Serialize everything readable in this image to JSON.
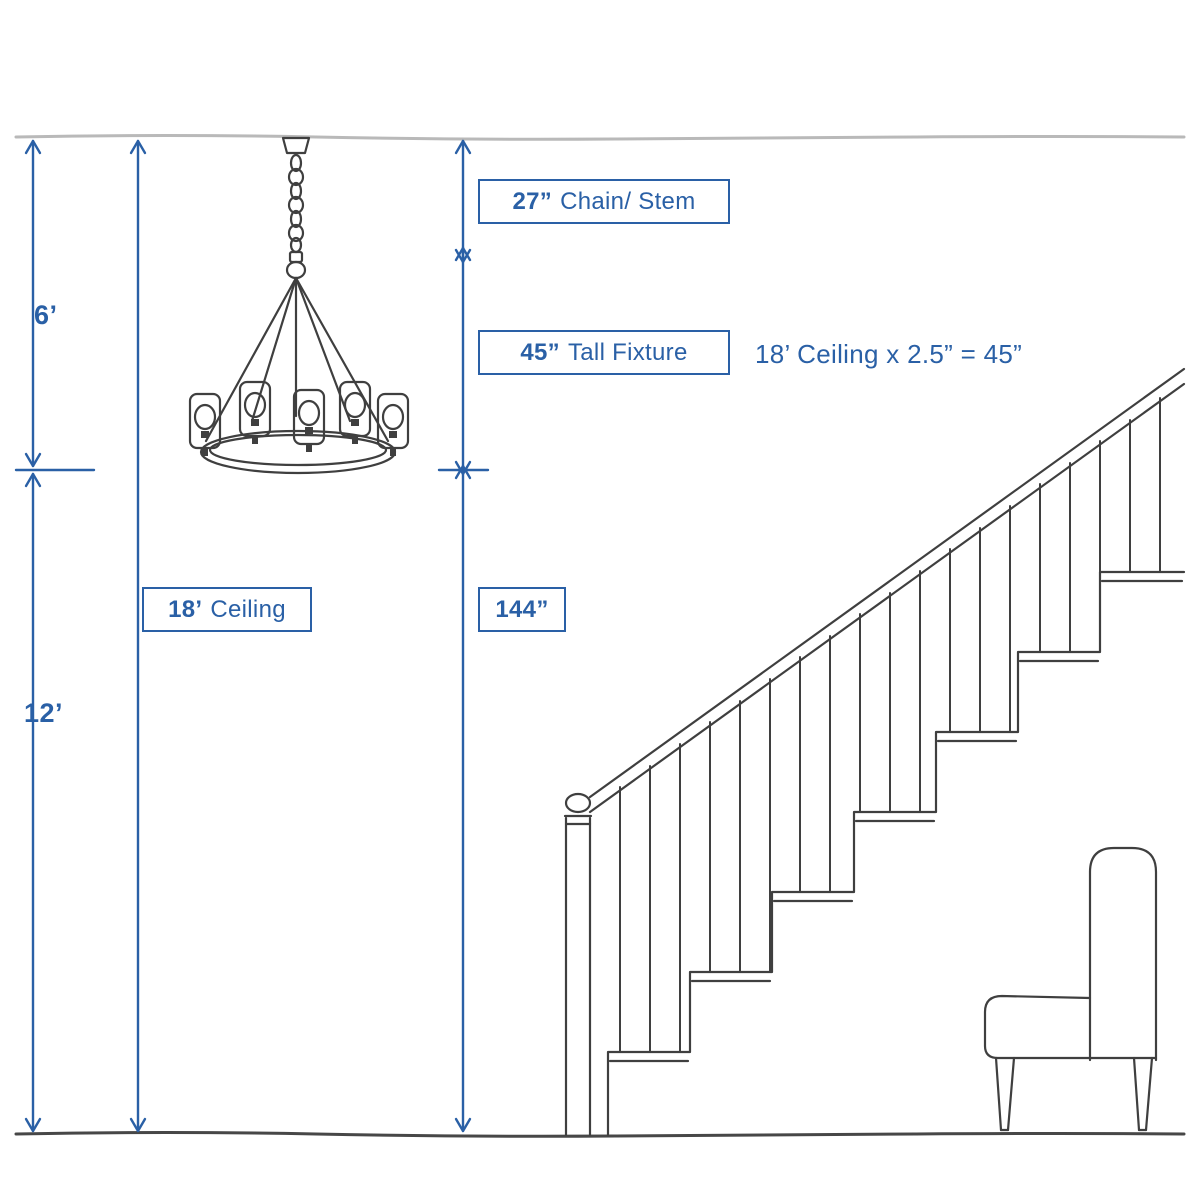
{
  "colors": {
    "accent": "#2a60a6",
    "sketch": "#3f3f3f",
    "ceiling": "#b9b9b9",
    "floor": "#474747"
  },
  "dimensions": {
    "left_upper": "6’",
    "left_lower": "12’"
  },
  "boxes": {
    "chain": {
      "value": "27”",
      "text": "Chain/ Stem"
    },
    "fixture": {
      "value": "45”",
      "text": "Tall Fixture"
    },
    "ceiling": {
      "value": "18’",
      "text": "Ceiling"
    },
    "floor_clearance": {
      "value": "144”",
      "text": ""
    }
  },
  "formula": "18’ Ceiling x 2.5” = 45”"
}
